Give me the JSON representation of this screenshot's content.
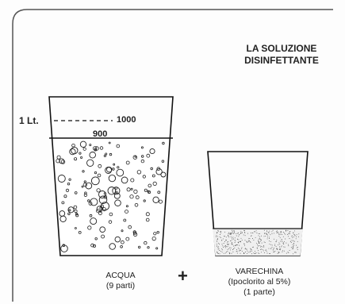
{
  "title_line1": "LA SOLUZIONE",
  "title_line2": "DISINFETTANTE",
  "volume_label": "1 Lt.",
  "mark_1000": "1000",
  "mark_900": "900",
  "left_caption_line1": "ACQUA",
  "left_caption_line2": "(9 parti)",
  "plus_sign": "+",
  "right_caption_line1": "VARECHINA",
  "right_caption_line2": "(Ipoclorito al 5%)",
  "right_caption_line3": "(1 parte)"
}
